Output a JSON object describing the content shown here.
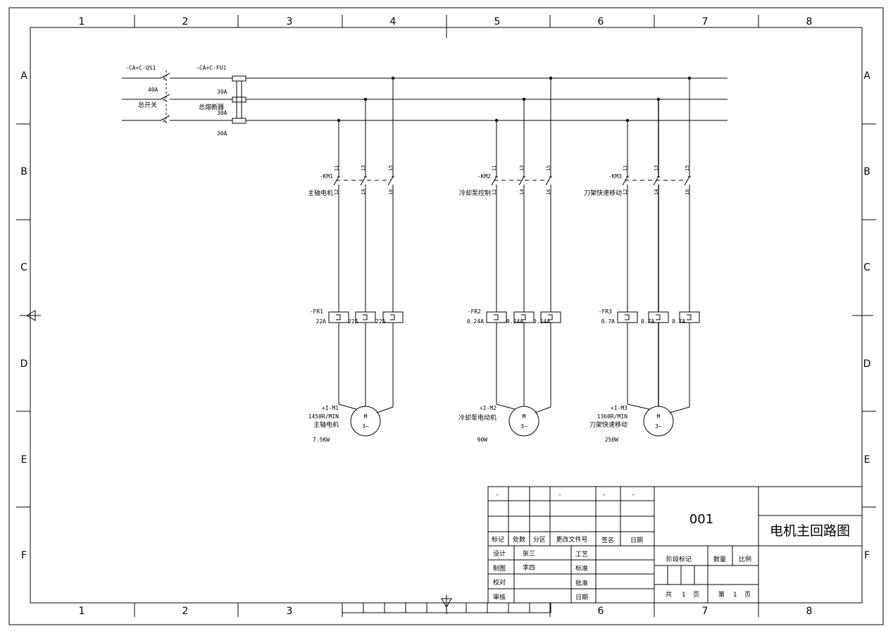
{
  "frame": {
    "column_labels": [
      "1",
      "2",
      "3",
      "4",
      "5",
      "6",
      "7",
      "8"
    ],
    "row_labels": [
      "A",
      "B",
      "C",
      "D",
      "E",
      "F"
    ]
  },
  "supply": {
    "switch_tag": "-CA+C-QS1",
    "switch_rating": "40A",
    "switch_name": "总开关",
    "fuse_tag": "-CA+C-FU1",
    "fuse_ratings": [
      "30A",
      "30A",
      "30A"
    ],
    "fuse_name": "总熔断器"
  },
  "branches": [
    {
      "contactor_tag": "-KM1",
      "contactor_desc": "主轴电机",
      "terminals_top": [
        "11",
        "13",
        "15"
      ],
      "terminals_bottom": [
        "12",
        "14",
        "16"
      ],
      "relay_tag": "-FR1",
      "relay_ratings": [
        "22A",
        "22A",
        "22A"
      ],
      "motor_tag": "+I-M1",
      "motor_speed": "1450R/MIN",
      "motor_desc": "主轴电机",
      "motor_power": "7.5KW",
      "motor_symbol": "M",
      "motor_phase": "3~"
    },
    {
      "contactor_tag": "-KM2",
      "contactor_desc": "冷却泵控制",
      "terminals_top": [
        "11",
        "13",
        "15"
      ],
      "terminals_bottom": [
        "12",
        "14",
        "16"
      ],
      "relay_tag": "-FR2",
      "relay_ratings": [
        "0.24A",
        "0.24A",
        "0.24A"
      ],
      "motor_tag": "+I-M2",
      "motor_speed": "",
      "motor_desc": "冷却泵电动机",
      "motor_power": "90W",
      "motor_symbol": "M",
      "motor_phase": "3~"
    },
    {
      "contactor_tag": "-KM3",
      "contactor_desc": "刀架快速移动",
      "terminals_top": [
        "11",
        "13",
        "15"
      ],
      "terminals_bottom": [
        "12",
        "14",
        "16"
      ],
      "relay_tag": "-FR3",
      "relay_ratings": [
        "0.7A",
        "0.7A",
        "0.7A"
      ],
      "motor_tag": "+I-M3",
      "motor_speed": "1360R/MIN",
      "motor_desc": "刀架快速移动",
      "motor_power": "250W",
      "motor_symbol": "M",
      "motor_phase": "3~"
    }
  ],
  "title_block": {
    "revision_dashes": [
      "-",
      "-",
      "-",
      "-",
      "-"
    ],
    "labels": {
      "mark": "标记",
      "count": "处数",
      "zone": "分区",
      "doc_no": "更改文件号",
      "sign": "签名",
      "date": "日期",
      "design": "设计",
      "draw": "制图",
      "check": "校对",
      "review": "审核",
      "process": "工艺",
      "standard": "标准",
      "approve": "批准",
      "date2": "日期"
    },
    "designer": "张三",
    "drafter": "李四",
    "drawing_no": "001",
    "title": "电机主回路图",
    "stage_mark": "阶段标记",
    "quantity": "数量",
    "scale": "比例",
    "total_pages_prefix": "共",
    "total_pages": "1",
    "page_unit": "页",
    "page_prefix": "第",
    "page_no": "1",
    "page_unit2": "页"
  }
}
